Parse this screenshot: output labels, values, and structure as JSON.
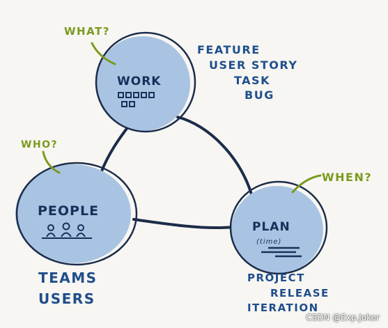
{
  "nodes": {
    "work": {
      "label": "WORK",
      "annotation": "WHAT?"
    },
    "people": {
      "label": "PEOPLE",
      "annotation": "WHO?"
    },
    "plan": {
      "label": "PLAN",
      "sublabel": "(time)",
      "annotation": "WHEN?"
    }
  },
  "notes": {
    "work": [
      "FEATURE",
      "USER STORY",
      "TASK",
      "BUG"
    ],
    "people": [
      "TEAMS",
      "USERS"
    ],
    "plan": [
      "PROJECT",
      "RELEASE",
      "ITERATION"
    ]
  },
  "watermark": "CSDN @Exp.Joker",
  "colors": {
    "circle_fill": "#a9c4e2",
    "outline": "#1c2c4a",
    "text_blue": "#1f4e8c",
    "annotation_green": "#7a9a1e"
  }
}
